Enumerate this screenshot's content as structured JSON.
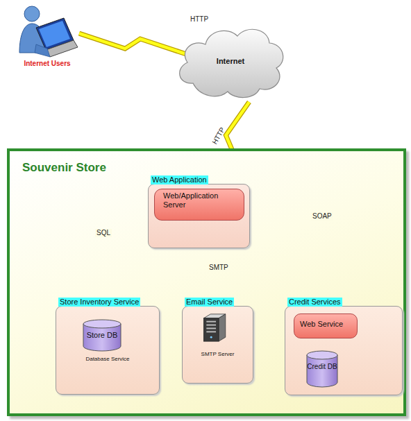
{
  "diagram": {
    "nodes": [
      {
        "text": [
          "Internet Users"
        ]
      },
      {
        "text": [
          "Internet"
        ]
      },
      {
        "text": [
          "Souvenir Store"
        ]
      },
      {
        "text": [
          "Web Application"
        ],
        "in": 2
      },
      {
        "text": [
          "Web/Application Server"
        ],
        "in": 3
      },
      {
        "text": [
          "Store Inventory Service",
          "Database Service"
        ],
        "in": 2
      },
      {
        "text": [
          "Store DB"
        ],
        "in": 5
      },
      {
        "text": [
          "Email Service",
          "SMTP Server"
        ],
        "in": 2
      },
      {
        "text": [
          "Credit Services"
        ],
        "in": 2
      },
      {
        "text": [
          "Web Service"
        ],
        "in": 8
      },
      {
        "text": [
          "Credit DB"
        ],
        "in": 8
      }
    ],
    "edges": [
      {
        "from": 0,
        "to": 1,
        "label": "HTTP",
        "arrow": "none"
      },
      {
        "from": 1,
        "to": 3,
        "label": "HTTP",
        "arrow": "none"
      },
      {
        "from": 3,
        "to": 5,
        "label": "SQL",
        "arrow": "to"
      },
      {
        "from": 3,
        "to": 7,
        "label": "SMTP",
        "arrow": "to"
      },
      {
        "from": 3,
        "to": 8,
        "label": "SOAP",
        "arrow": "to"
      },
      {
        "from": 9,
        "to": 10,
        "arrow": "none"
      }
    ]
  }
}
